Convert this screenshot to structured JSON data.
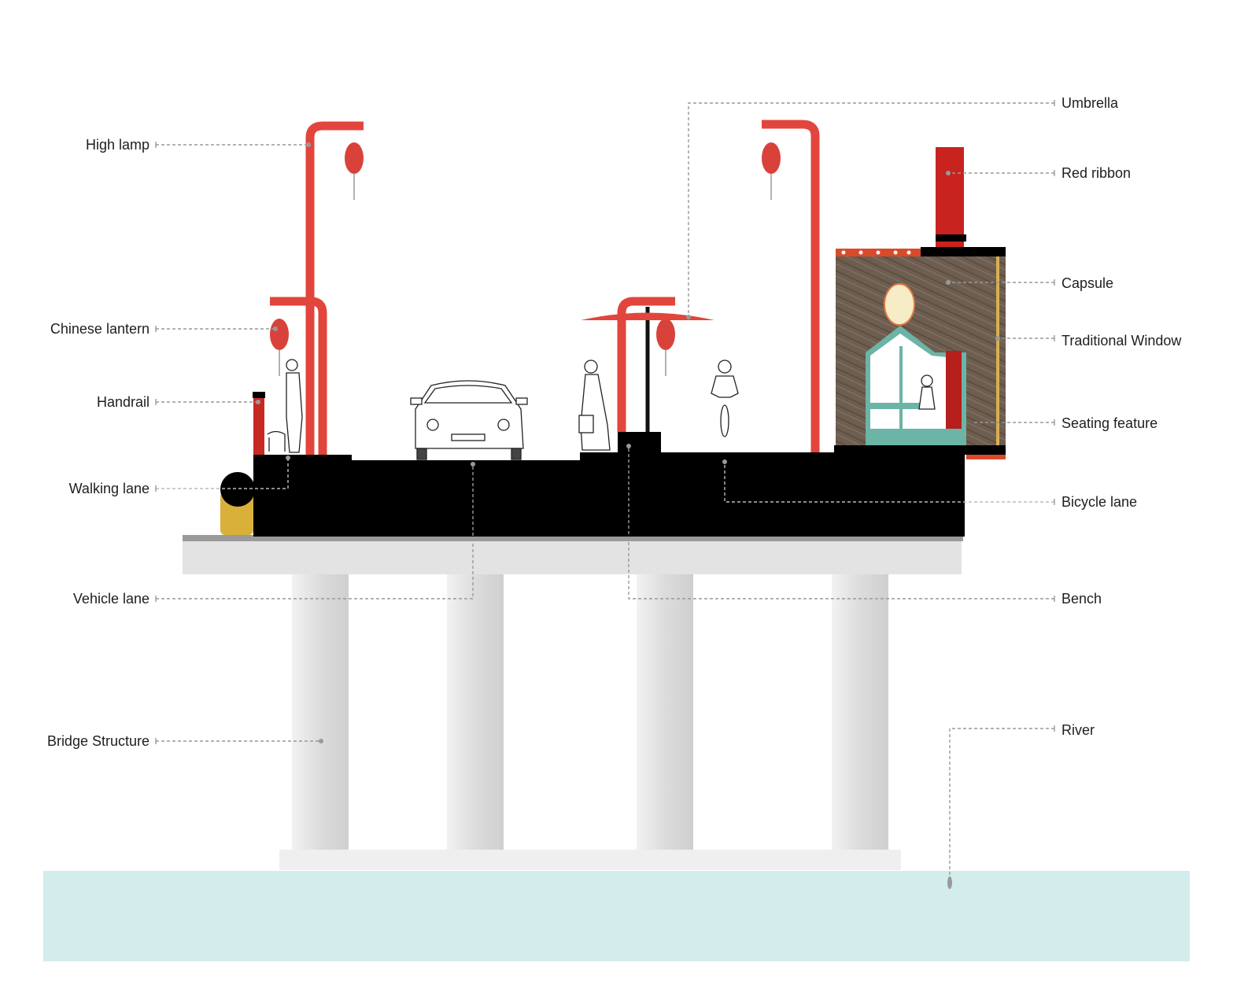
{
  "title": "Bridge section diagram",
  "labels_left": [
    {
      "id": "high-lamp",
      "text": "High lamp"
    },
    {
      "id": "chinese-lantern",
      "text": "Chinese lantern"
    },
    {
      "id": "handrail",
      "text": "Handrail"
    },
    {
      "id": "walking-lane",
      "text": "Walking lane"
    },
    {
      "id": "vehicle-lane",
      "text": "Vehicle lane"
    },
    {
      "id": "bridge-structure",
      "text": "Bridge Structure"
    }
  ],
  "labels_right": [
    {
      "id": "umbrella",
      "text": "Umbrella"
    },
    {
      "id": "red-ribbon",
      "text": "Red ribbon"
    },
    {
      "id": "capsule",
      "text": "Capsule"
    },
    {
      "id": "traditional-window",
      "text": "Traditional Window"
    },
    {
      "id": "seating-feature",
      "text": "Seating feature"
    },
    {
      "id": "bicycle-lane",
      "text": "Bicycle lane"
    },
    {
      "id": "bench",
      "text": "Bench"
    },
    {
      "id": "river",
      "text": "River"
    }
  ],
  "colors": {
    "lamp_red": "#e2453c",
    "deck": "#000000",
    "concrete": "#e4e4e4",
    "water": "#d3ecec",
    "capsule_wood": "#6e5e50",
    "window_teal": "#6bb4a6",
    "drain_yellow": "#d9b13a"
  }
}
